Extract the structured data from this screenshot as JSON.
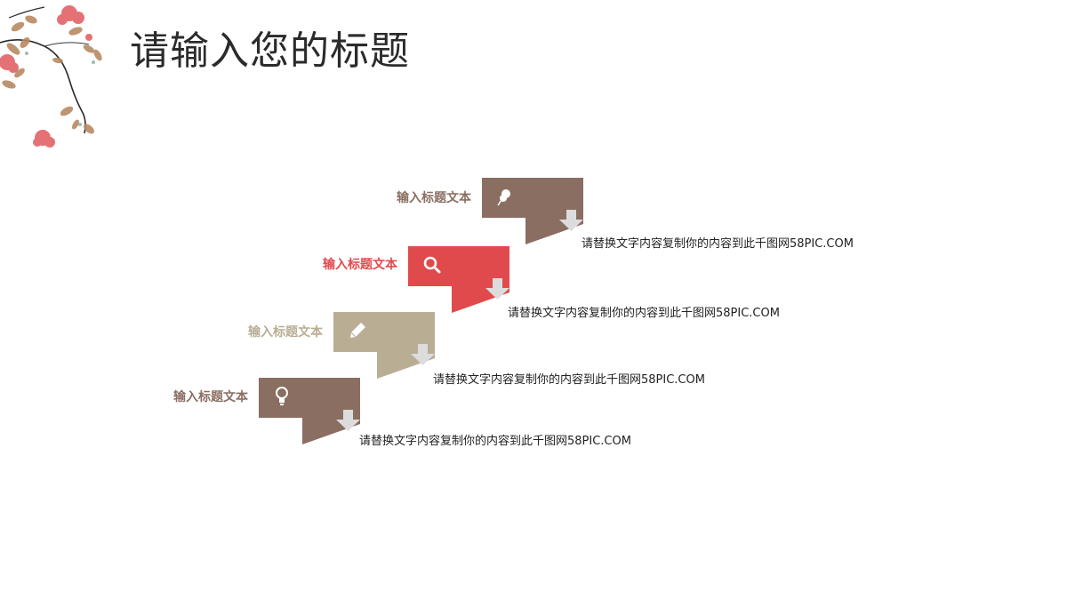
{
  "slide": {
    "title": "请输入您的标题",
    "decoration": "plum-blossom-branch"
  },
  "colors": {
    "brown": "#8a6e62",
    "red": "#e04a4c",
    "beige": "#b9ad94",
    "arrow": "#dcdcdc",
    "title_text": "#2b2b2b",
    "desc_text": "#222222"
  },
  "steps": [
    {
      "label": "输入标题文本",
      "icon": "pushpin-icon",
      "color": "brown",
      "description": "请替换文字内容复制你的内容到此千图网58PIC.COM"
    },
    {
      "label": "输入标题文本",
      "icon": "search-icon",
      "color": "red",
      "description": "请替换文字内容复制你的内容到此千图网58PIC.COM"
    },
    {
      "label": "输入标题文本",
      "icon": "pencil-icon",
      "color": "beige",
      "description": "请替换文字内容复制你的内容到此千图网58PIC.COM"
    },
    {
      "label": "输入标题文本",
      "icon": "lightbulb-icon",
      "color": "brown",
      "description": "请替换文字内容复制你的内容到此千图网58PIC.COM"
    }
  ]
}
